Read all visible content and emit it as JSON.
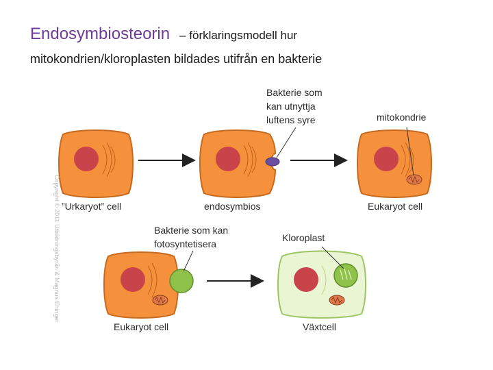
{
  "title": {
    "main": "Endosymbiosteorin",
    "rest": "– förklaringsmodell hur",
    "line2": "mitokondrien/kloroplasten bildades utifrån en bakterie"
  },
  "labels": {
    "urkaryot": "”Urkaryot” cell",
    "endosymbios": "endosymbios",
    "eukaryot_top": "Eukaryot cell",
    "eukaryot_bottom": "Eukaryot cell",
    "vaxtcell": "Växtcell",
    "mitokondrie": "mitokondrie",
    "kloroplast": "Kloroplast",
    "bakterie_syre": [
      "Bakterie som",
      "kan utnyttja",
      "luftens syre"
    ],
    "bakterie_foto": [
      "Bakterie som kan",
      "fotosyntetisera"
    ]
  },
  "watermark": [
    "Copyright © 2011 Utbildningsbyrån & Magnus Ehinger"
  ],
  "colors": {
    "cell_fill": "#f5913d",
    "cell_stroke": "#c66a1f",
    "nucleus": "#c8434a",
    "plant_fill": "#eaf6d3",
    "plant_stroke": "#9cc564",
    "chloroplast": "#8fc24a",
    "bacteria_purple": "#6a4ea0",
    "mito": "#e07a4a"
  }
}
